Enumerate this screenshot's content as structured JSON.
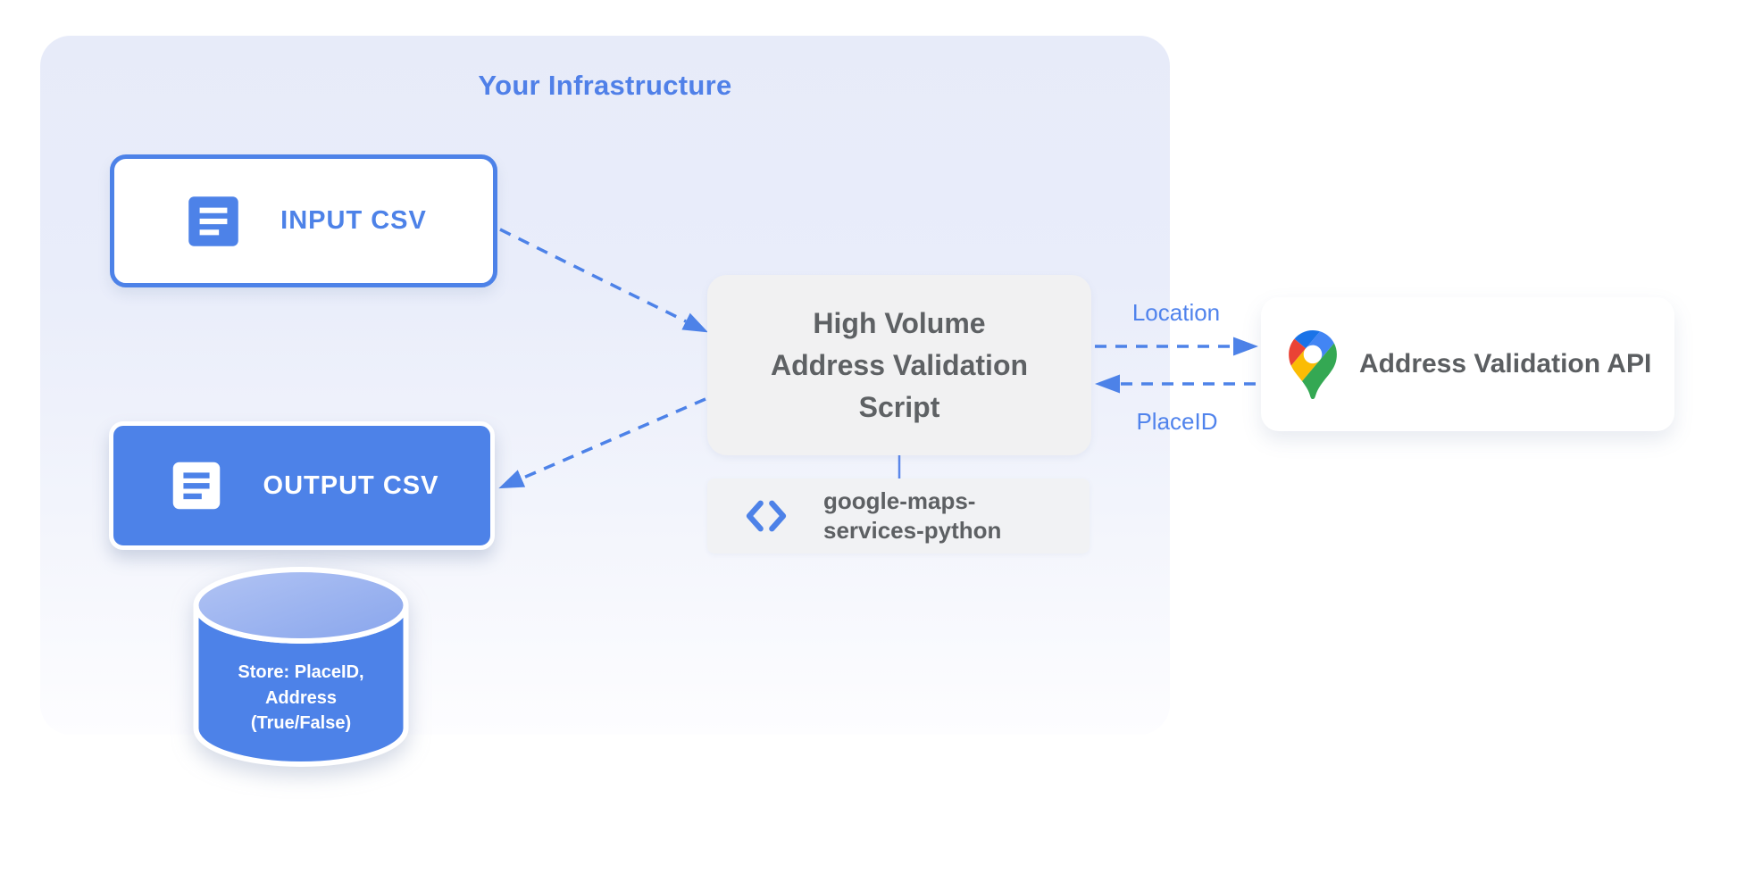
{
  "title": "Your Infrastructure",
  "nodes": {
    "input_csv": {
      "label": "INPUT CSV",
      "icon": "document-icon"
    },
    "output_csv": {
      "label": "OUTPUT CSV",
      "icon": "document-icon"
    },
    "script": {
      "line1": "High Volume",
      "line2": "Address Validation",
      "line3": "Script"
    },
    "library": {
      "line1": "google-maps-",
      "line2": "services-python",
      "icon": "code-icon"
    },
    "api": {
      "label": "Address Validation API",
      "icon": "google-maps-pin-icon"
    },
    "datastore": {
      "line1": "Store: PlaceID,",
      "line2": "Address",
      "line3": "(True/False)",
      "icon": "database-cylinder-icon"
    }
  },
  "edges": {
    "location_label": "Location",
    "placeid_label": "PlaceID"
  },
  "colors": {
    "primary_blue": "#4d82e8",
    "label_blue": "#5083ec",
    "title_blue": "#5080e8",
    "node_gray": "#f1f1f2",
    "dark_text": "#5e6164",
    "container_top": "#e7ebf9",
    "container_bottom": "#fdfdff",
    "cylinder_top_light": "#b0c3f4",
    "maps_pin": {
      "blue_dark": "#1a73e8",
      "blue": "#4285f4",
      "red": "#ea4335",
      "yellow": "#fbbc04",
      "green": "#34a853"
    }
  }
}
